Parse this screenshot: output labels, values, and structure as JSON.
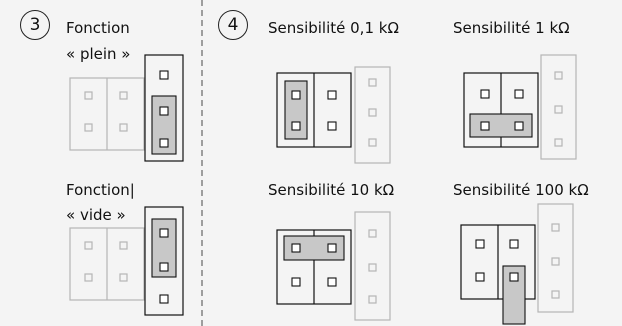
{
  "step3": {
    "number": "3",
    "full_label_line1": "Fonction",
    "full_label_line2": "« plein »",
    "empty_label_line1": "Fonction|",
    "empty_label_line2": "« vide »"
  },
  "step4": {
    "number": "4",
    "sens_01": "Sensibilité 0,1 kΩ",
    "sens_1": "Sensibilité 1 kΩ",
    "sens_10": "Sensibilité 10 kΩ",
    "sens_100": "Sensibilité 100 kΩ"
  },
  "colors": {
    "dark_line": "#111111",
    "light_line": "#b5b5b5",
    "jumper_fill": "#c8c8c8",
    "background": "#f4f4f4"
  }
}
